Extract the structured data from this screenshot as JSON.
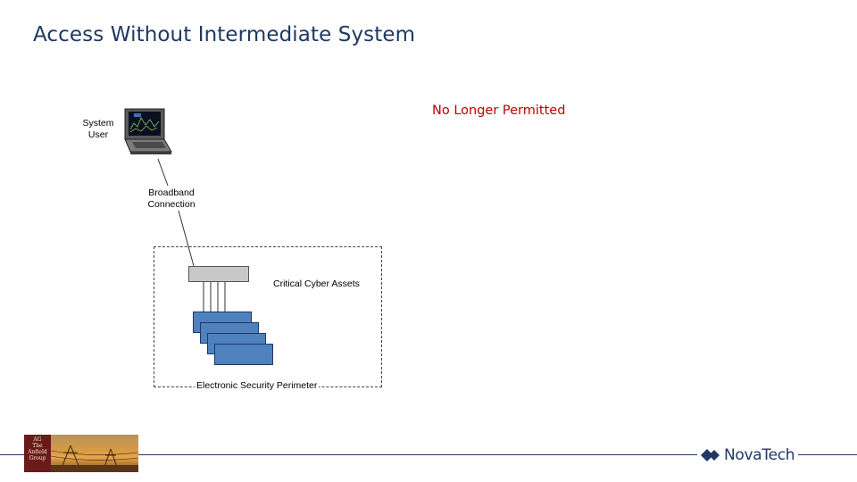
{
  "slide": {
    "title": "Access Without Intermediate System",
    "warning": "No Longer Permitted"
  },
  "diagram": {
    "user_label": "System User",
    "connection_label": "Broadband Connection",
    "assets_label": "Critical Cyber Assets",
    "perimeter_label": "Electronic Security Perimeter"
  },
  "footer": {
    "left_logo_text": "The Anfield Group",
    "brand": "NovaTech",
    "brand_color": "#1f3864",
    "warning_color": "#c00000",
    "asset_color": "#4f81bd"
  }
}
